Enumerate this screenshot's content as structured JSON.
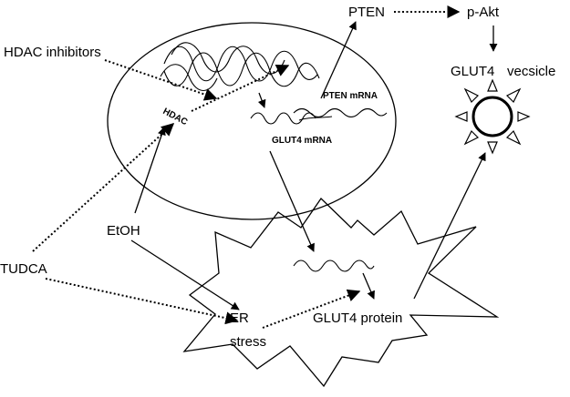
{
  "labels": {
    "pten": "PTEN",
    "p_akt": "p-Akt",
    "hdac_inhibitors": "HDAC inhibitors",
    "glut4": "GLUT4",
    "vesicle": "vecsicle",
    "pten_mrna": "PTEN mRNA",
    "hdac": "HDAC",
    "glut4_mrna": "GLUT4 mRNA",
    "etoh": "EtOH",
    "tudca": "TUDCA",
    "er": "ER",
    "stress": "stress",
    "glut4_protein": "GLUT4 protein"
  },
  "colors": {
    "ink": "#000000",
    "background": "#ffffff",
    "vesicle_fill": "#ffffff"
  }
}
